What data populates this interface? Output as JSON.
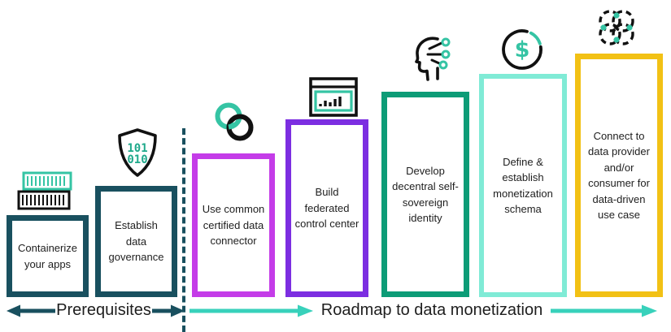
{
  "colors": {
    "dark_teal": "#19505f",
    "magenta": "#c43ce8",
    "violet": "#7c2ee1",
    "green": "#0d9c77",
    "mint": "#80ebd6",
    "yellow": "#f2c115",
    "arrow_teal": "#38d1bb",
    "icon_teal": "#35c4a4",
    "icon_green": "#1fa98b",
    "icon_black": "#111111",
    "text": "#1e1e1e"
  },
  "sections": {
    "prerequisites": {
      "label": "Prerequisites"
    },
    "roadmap": {
      "label": "Roadmap to data monetization"
    }
  },
  "steps": [
    {
      "label": "Containerize your apps",
      "icon": "container-stack-icon",
      "color": "#19505f",
      "group": "prerequisites"
    },
    {
      "label": "Establish data governance",
      "icon": "shield-binary-icon",
      "color": "#19505f",
      "group": "prerequisites"
    },
    {
      "label": "Use common certified data connector",
      "icon": "interlocked-rings-icon",
      "color": "#c43ce8",
      "group": "roadmap"
    },
    {
      "label": "Build federated control center",
      "icon": "dashboard-window-icon",
      "color": "#7c2ee1",
      "group": "roadmap"
    },
    {
      "label": "Develop decentral self-sovereign identity",
      "icon": "head-circuit-icon",
      "color": "#0d9c77",
      "group": "roadmap"
    },
    {
      "label": "Define & establish monetization schema",
      "icon": "dollar-circle-icon",
      "color": "#80ebd6",
      "group": "roadmap"
    },
    {
      "label": "Connect to data provider and/or consumer for data-driven use case",
      "icon": "network-nodes-icon",
      "color": "#f2c115",
      "group": "roadmap"
    }
  ],
  "icon_text": {
    "shield_line1": "101",
    "shield_line2": "010",
    "dollar": "$"
  }
}
